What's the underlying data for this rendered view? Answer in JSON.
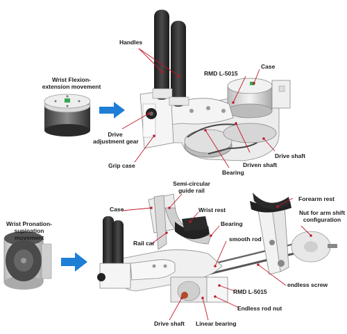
{
  "top": {
    "side_label_line1": "Wrist Flexion-",
    "side_label_line2": "extension movement",
    "labels": {
      "handles": "Handles",
      "rmd": "RMD L-5015",
      "case": "Case",
      "drive_gear_line1": "Drive",
      "drive_gear_line2": "adjustment gear",
      "grip_case": "Grip case",
      "bearing": "Bearing",
      "driven_shaft": "Driven shaft",
      "drive_shaft": "Drive shaft"
    }
  },
  "bottom": {
    "side_label_line1": "Wrist Pronation-",
    "side_label_line2": "supination",
    "side_label_line3": "movement",
    "labels": {
      "semi_rail_line1": "Semi-circular",
      "semi_rail_line2": "guide rail",
      "case": "Case",
      "wrist_rest": "Wrist rest",
      "bearing": "Bearing",
      "rail_car": "Rail car",
      "smooth_rod": "smooth rod",
      "forearm_rest": "Forearm rest",
      "nut_line1": "Nut for arm shift",
      "nut_line2": "configuration",
      "endless_screw": "endless screw",
      "rmd": "RMD L-5015",
      "endless_nut": "Endless rod nut",
      "drive_shaft": "Drive shaft",
      "linear_bearing": "Linear bearing"
    }
  },
  "colors": {
    "arrow": "#1f7fd6",
    "leader": "#c0182a",
    "handle": "#2b2b2b",
    "metal": "#e4e4e4"
  }
}
